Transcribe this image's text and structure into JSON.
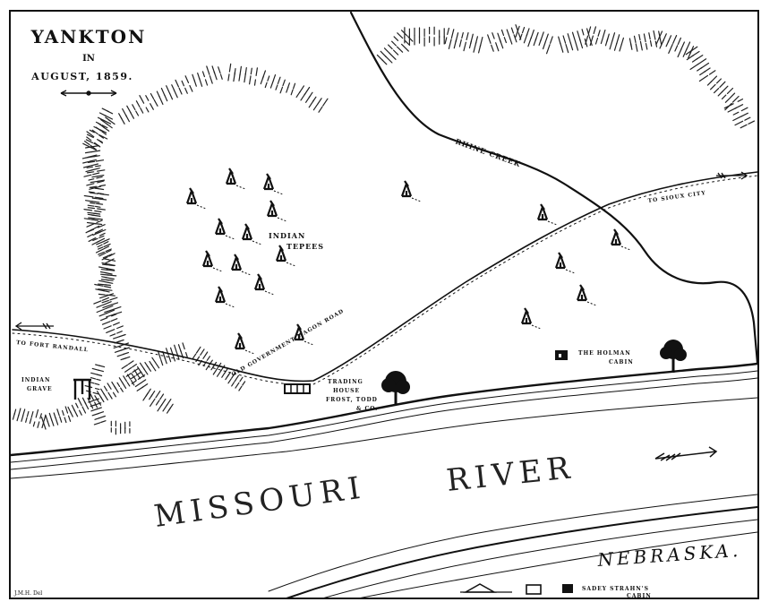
{
  "title": {
    "main": "YANKTON",
    "line2": "IN",
    "line3": "AUGUST, 1859."
  },
  "labels": {
    "indian_tepees_1": "INDIAN",
    "indian_tepees_2": "TEPEES",
    "rhine_creek": "RHINE CREEK",
    "to_sioux_city": "TO SIOUX CITY",
    "to_fort_randall": "TO FORT RANDALL",
    "old_government_wagon_road": "OLD GOVERNMENT WAGON ROAD",
    "indian_grave_1": "INDIAN",
    "indian_grave_2": "GRAVE",
    "trading_house_1": "TRADING",
    "trading_house_2": "HOUSE",
    "trading_house_3": "FROST, TODD",
    "trading_house_4": "& CO.",
    "holman_cabin_1": "THE HOLMAN",
    "holman_cabin_2": "CABIN",
    "missouri": "MISSOURI",
    "river": "RIVER",
    "nebraska": "NEBRASKA.",
    "strahn_cabin_1": "SADEY STRAHN'S",
    "strahn_cabin_2": "CABIN",
    "artist": "J.M.H. Del"
  },
  "colors": {
    "ink": "#111111",
    "paper": "#ffffff"
  }
}
